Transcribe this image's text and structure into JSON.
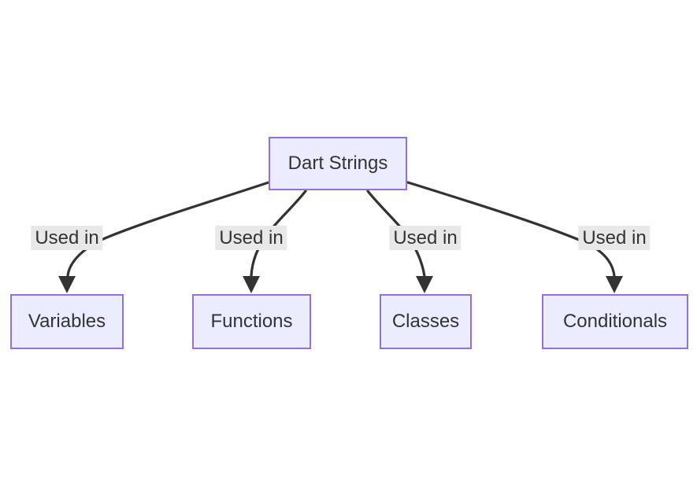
{
  "diagram": {
    "type": "flowchart",
    "direction": "top-down",
    "root": {
      "id": "dart-strings",
      "label": "Dart Strings"
    },
    "children": [
      {
        "id": "variables",
        "label": "Variables"
      },
      {
        "id": "functions",
        "label": "Functions"
      },
      {
        "id": "classes",
        "label": "Classes"
      },
      {
        "id": "conditionals",
        "label": "Conditionals"
      }
    ],
    "edges": [
      {
        "from": "Dart Strings",
        "to": "Variables",
        "label": "Used in"
      },
      {
        "from": "Dart Strings",
        "to": "Functions",
        "label": "Used in"
      },
      {
        "from": "Dart Strings",
        "to": "Classes",
        "label": "Used in"
      },
      {
        "from": "Dart Strings",
        "to": "Conditionals",
        "label": "Used in"
      }
    ]
  },
  "colors": {
    "node_fill": "#ECECFF",
    "node_border": "#9370DB",
    "edge": "#333333",
    "edge_label_bg": "#e8e8e8",
    "text": "#333333",
    "background": "#ffffff"
  }
}
